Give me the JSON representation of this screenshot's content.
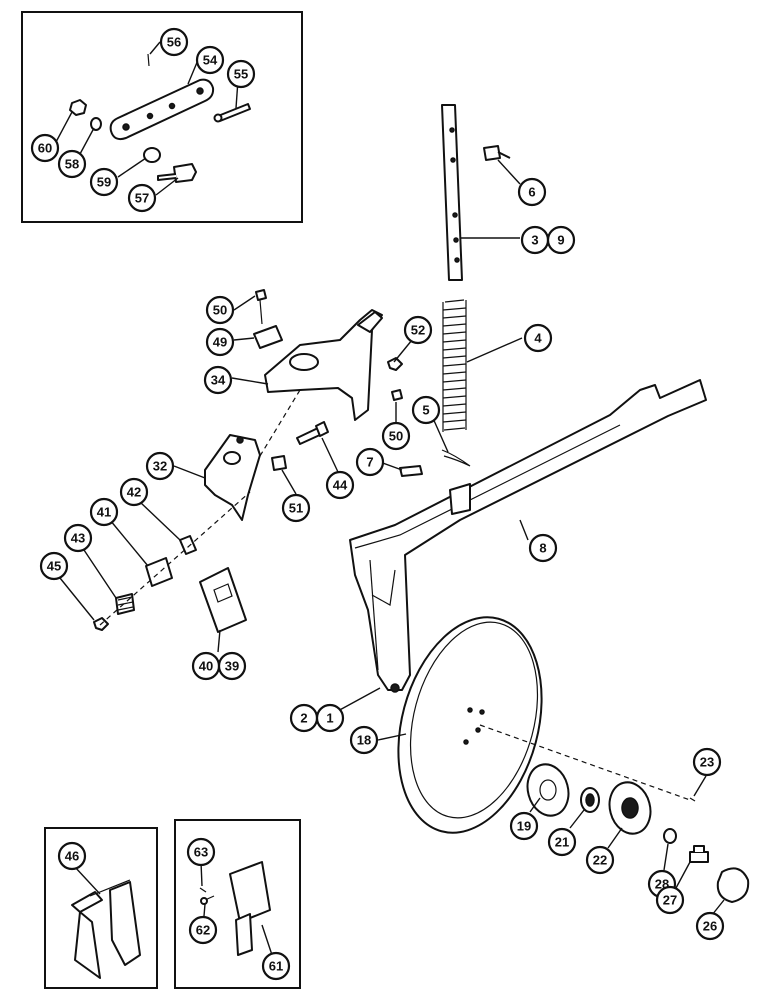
{
  "callouts": {
    "c1": "1",
    "c2": "2",
    "c3": "3",
    "c4": "4",
    "c5": "5",
    "c6": "6",
    "c7": "7",
    "c8": "8",
    "c9": "9",
    "c18": "18",
    "c19": "19",
    "c21": "21",
    "c22": "22",
    "c23": "23",
    "c26": "26",
    "c27": "27",
    "c28": "28",
    "c32": "32",
    "c34": "34",
    "c39": "39",
    "c40": "40",
    "c41": "41",
    "c42": "42",
    "c43": "43",
    "c44": "44",
    "c45": "45",
    "c46": "46",
    "c49": "49",
    "c50a": "50",
    "c50b": "50",
    "c51": "51",
    "c52": "52",
    "c54": "54",
    "c55": "55",
    "c56": "56",
    "c57": "57",
    "c58": "58",
    "c59": "59",
    "c60": "60",
    "c61": "61",
    "c62": "62",
    "c63": "63"
  }
}
